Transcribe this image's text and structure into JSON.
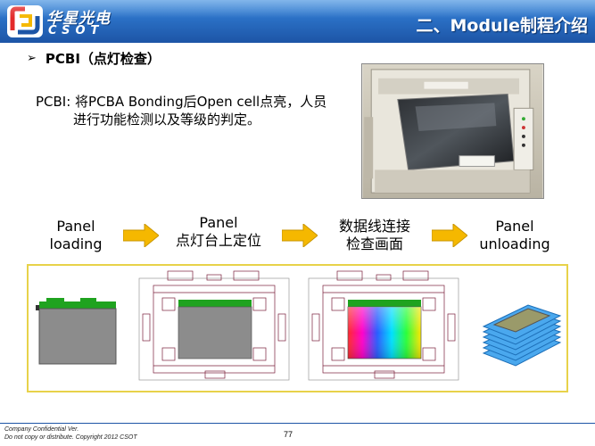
{
  "header": {
    "logo_cn": "华星光电",
    "logo_en": "CSOT",
    "title": "二、Module制程介绍",
    "bg_color": "#2a6fc4"
  },
  "section": {
    "bullet_icon": "arrow-bullet-icon",
    "heading": "PCBI（点灯检查）"
  },
  "description": {
    "line1": "PCBI: 将PCBA Bonding后Open cell点亮，人员",
    "line2": "进行功能检测以及等级的判定。"
  },
  "steps": [
    {
      "line1": "Panel",
      "line2": "loading"
    },
    {
      "line1": "Panel",
      "line2": "点灯台上定位"
    },
    {
      "line1": "数据线连接",
      "line2": "检查画面"
    },
    {
      "line1": "Panel",
      "line2": "unloading"
    }
  ],
  "colors": {
    "arrow_fill": "#f5b800",
    "frame_border": "#e8d24a",
    "pcb_green": "#1fa31f",
    "panel_gray": "#8c8c8c",
    "stack_blue": "#4aa8ee"
  },
  "footer": {
    "line1": "Company Confidential Ver.",
    "line2": "Do not copy or distribute. Copyright 2012 CSOT",
    "page": "77"
  }
}
